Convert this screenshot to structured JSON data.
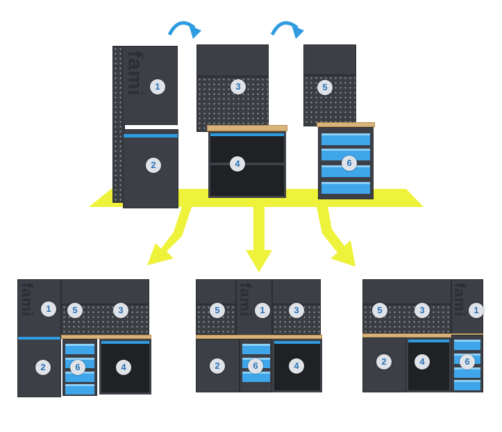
{
  "brand": {
    "logo_text": "fami"
  },
  "modules": {
    "m1": "1",
    "m2": "2",
    "m3": "3",
    "m4": "4",
    "m5": "5",
    "m6": "6"
  },
  "configurations": [
    {
      "order": [
        "1",
        "5",
        "3",
        "2",
        "6",
        "4"
      ]
    },
    {
      "order": [
        "5",
        "1",
        "3",
        "2",
        "6",
        "4"
      ]
    },
    {
      "order": [
        "5",
        "3",
        "1",
        "2",
        "4",
        "6"
      ]
    }
  ],
  "colors": {
    "floor": "#eef23a",
    "arrow_yellow": "#eef23a",
    "arrow_blue": "#2f9be0",
    "cabinet": "#3c3f45",
    "accent": "#2f9be0",
    "wood": "#d8b37a"
  }
}
